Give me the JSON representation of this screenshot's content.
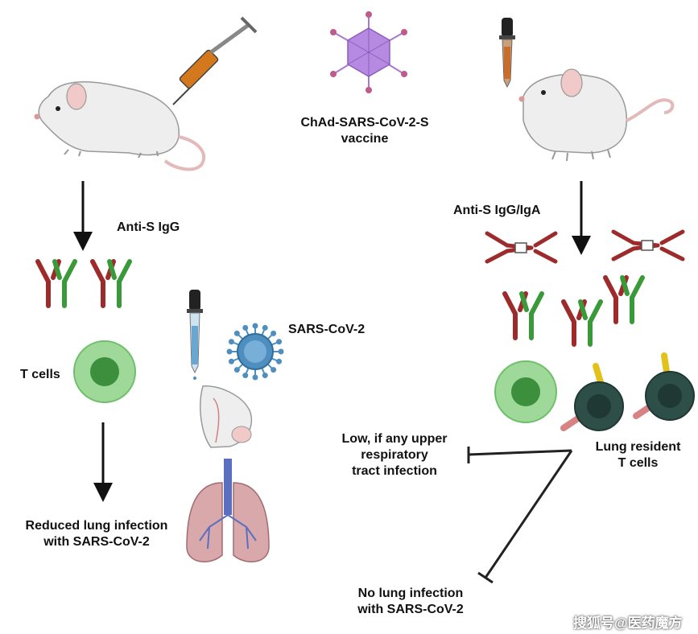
{
  "labels": {
    "vaccine_line1": "ChAd-SARS-CoV-2-S",
    "vaccine_line2": "vaccine",
    "anti_s_igg": "Anti-S IgG",
    "anti_s_igg_iga": "Anti-S IgG/IgA",
    "t_cells": "T cells",
    "sars_cov_2": "SARS-CoV-2",
    "reduced_line1": "Reduced lung infection",
    "reduced_line2": "with SARS-CoV-2",
    "low_line1": "Low, if any upper",
    "low_line2": "respiratory",
    "low_line3": "tract infection",
    "lung_resident_line1": "Lung resident",
    "lung_resident_line2": "T cells",
    "no_lung_line1": "No lung infection",
    "no_lung_line2": "with SARS-CoV-2"
  },
  "watermark": "搜狐号@医药魔方",
  "colors": {
    "antibody_red": "#9e2b2b",
    "antibody_green": "#3a9a3a",
    "t_cell_light": "#9fd99a",
    "t_cell_dark": "#3c8f3c",
    "resident_cell": "#2d4f48",
    "virus_purple": "#a77ad1",
    "sars_blue": "#4f8fbf",
    "lung_pink": "#d9a8ab",
    "mouse_body": "#eeeeee",
    "syringe_orange": "#d4781e"
  }
}
